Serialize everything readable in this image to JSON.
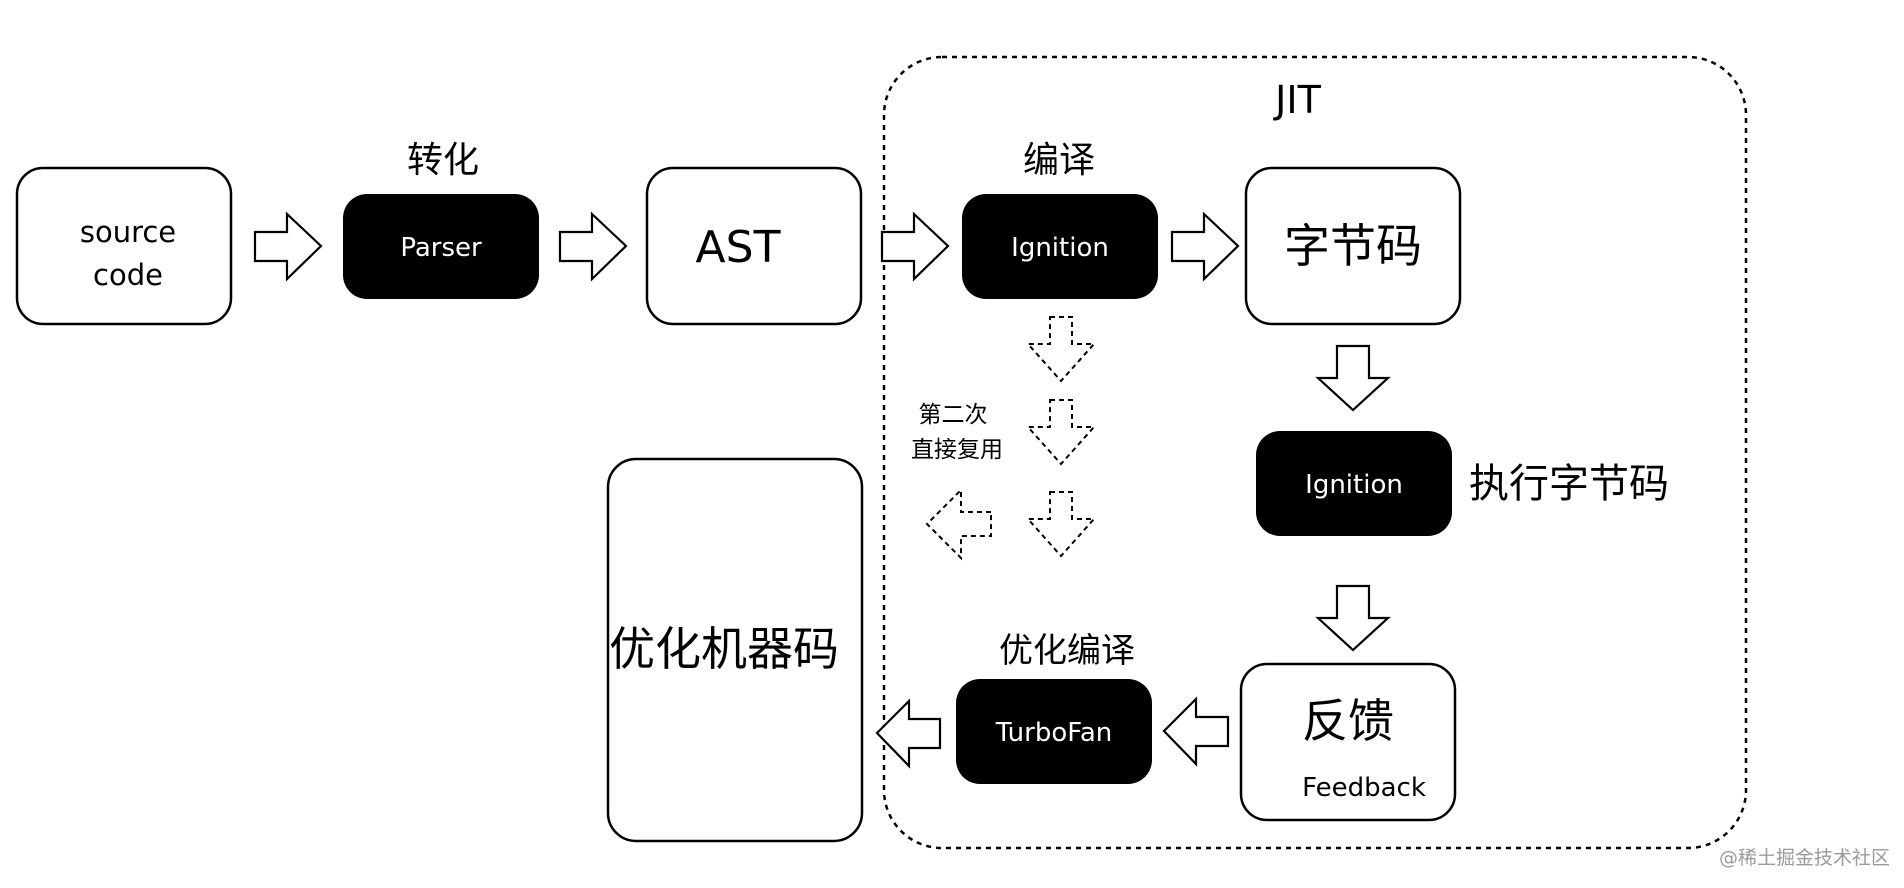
{
  "jit_region": {
    "label": "JIT"
  },
  "nodes": {
    "source_code": {
      "line1": "source",
      "line2": "code"
    },
    "parser": {
      "label": "Parser",
      "caption": "转化"
    },
    "ast": {
      "label": "AST"
    },
    "ignition_compile": {
      "label": "Ignition",
      "caption": "编译"
    },
    "bytecode": {
      "label": "字节码"
    },
    "ignition_execute": {
      "label": "Ignition",
      "caption": "执行字节码"
    },
    "feedback": {
      "label": "反馈",
      "sublabel": "Feedback"
    },
    "turbofan": {
      "label": "TurboFan",
      "caption": "优化编译"
    },
    "optimized_code": {
      "label": "优化机器码"
    }
  },
  "reuse_note": {
    "line1": "第二次",
    "line2": "直接复用"
  },
  "watermark": "@稀土掘金技术社区",
  "colors": {
    "dark_node": "#000000",
    "light_node": "#ffffff",
    "stroke": "#000000",
    "watermark": "#9a9a9a"
  }
}
